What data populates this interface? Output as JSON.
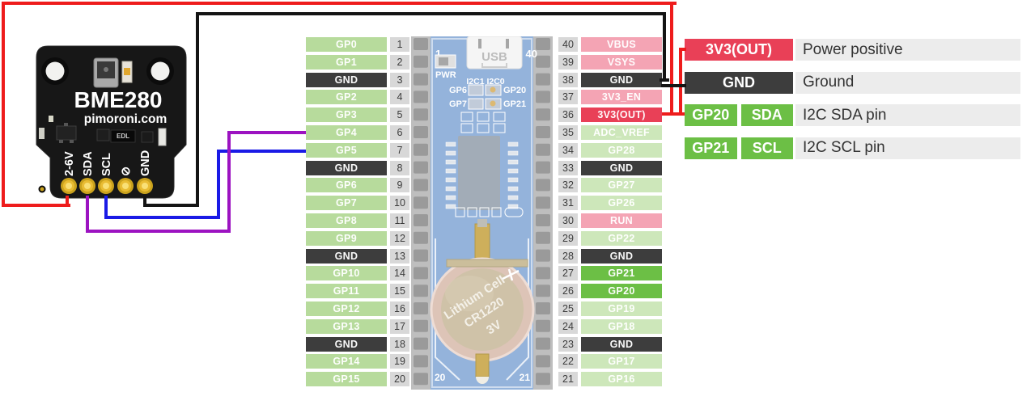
{
  "colors": {
    "wire_red": "#ee1c1c",
    "wire_black": "#141414",
    "wire_blue": "#1a1ae6",
    "wire_purple": "#9c13c1",
    "chip_green": "#b7db9c",
    "chip_green_pale": "#cde7ba",
    "chip_green_bright": "#6cbf45",
    "chip_gnd": "#3d3d3d",
    "chip_pink": "#f4a4b4",
    "chip_red": "#e94057",
    "number_bg": "#d8d8d8",
    "legend_band_bg": "#ececec",
    "pico_pcb_blue": "#86a9d6"
  },
  "bme280": {
    "title": "BME280",
    "subtitle": "pimoroni.com",
    "chip_label": "EDL",
    "pins": [
      "2-6V",
      "SDA",
      "SCL",
      "⊘",
      "GND"
    ]
  },
  "pico": {
    "pin1": "1",
    "pin40": "40",
    "pin20": "20",
    "pin21": "21",
    "usb": "USB",
    "pwr": "PWR",
    "i2c": "I2C1 I2C0",
    "gp6": "GP6",
    "gp7": "GP7",
    "gp20": "GP20",
    "gp21": "GP21",
    "battery_line1": "Lithium Cell",
    "battery_line2": "CR1220",
    "battery_line3": "3V"
  },
  "left_pins": [
    {
      "label": "GP0",
      "num": "1",
      "type": "green"
    },
    {
      "label": "GP1",
      "num": "2",
      "type": "green"
    },
    {
      "label": "GND",
      "num": "3",
      "type": "gnd"
    },
    {
      "label": "GP2",
      "num": "4",
      "type": "green"
    },
    {
      "label": "GP3",
      "num": "5",
      "type": "green"
    },
    {
      "label": "GP4",
      "num": "6",
      "type": "green"
    },
    {
      "label": "GP5",
      "num": "7",
      "type": "green"
    },
    {
      "label": "GND",
      "num": "8",
      "type": "gnd"
    },
    {
      "label": "GP6",
      "num": "9",
      "type": "green"
    },
    {
      "label": "GP7",
      "num": "10",
      "type": "green"
    },
    {
      "label": "GP8",
      "num": "11",
      "type": "green"
    },
    {
      "label": "GP9",
      "num": "12",
      "type": "green"
    },
    {
      "label": "GND",
      "num": "13",
      "type": "gnd"
    },
    {
      "label": "GP10",
      "num": "14",
      "type": "green"
    },
    {
      "label": "GP11",
      "num": "15",
      "type": "green"
    },
    {
      "label": "GP12",
      "num": "16",
      "type": "green"
    },
    {
      "label": "GP13",
      "num": "17",
      "type": "green"
    },
    {
      "label": "GND",
      "num": "18",
      "type": "gnd"
    },
    {
      "label": "GP14",
      "num": "19",
      "type": "green"
    },
    {
      "label": "GP15",
      "num": "20",
      "type": "green"
    }
  ],
  "right_pins": [
    {
      "num": "40",
      "label": "VBUS",
      "type": "pink"
    },
    {
      "num": "39",
      "label": "VSYS",
      "type": "pink"
    },
    {
      "num": "38",
      "label": "GND",
      "type": "gnd"
    },
    {
      "num": "37",
      "label": "3V3_EN",
      "type": "pink"
    },
    {
      "num": "36",
      "label": "3V3(OUT)",
      "type": "red"
    },
    {
      "num": "35",
      "label": "ADC_VREF",
      "type": "green-pale"
    },
    {
      "num": "34",
      "label": "GP28",
      "type": "green-pale"
    },
    {
      "num": "33",
      "label": "GND",
      "type": "gnd"
    },
    {
      "num": "32",
      "label": "GP27",
      "type": "green-pale"
    },
    {
      "num": "31",
      "label": "GP26",
      "type": "green-pale"
    },
    {
      "num": "30",
      "label": "RUN",
      "type": "pink"
    },
    {
      "num": "29",
      "label": "GP22",
      "type": "green-pale"
    },
    {
      "num": "28",
      "label": "GND",
      "type": "gnd"
    },
    {
      "num": "27",
      "label": "GP21",
      "type": "green-bright"
    },
    {
      "num": "26",
      "label": "GP20",
      "type": "green-bright"
    },
    {
      "num": "25",
      "label": "GP19",
      "type": "green-pale"
    },
    {
      "num": "24",
      "label": "GP18",
      "type": "green-pale"
    },
    {
      "num": "23",
      "label": "GND",
      "type": "gnd"
    },
    {
      "num": "22",
      "label": "GP17",
      "type": "green-pale"
    },
    {
      "num": "21",
      "label": "GP16",
      "type": "green-pale"
    }
  ],
  "legend": [
    {
      "chips": [
        {
          "text": "3V3(OUT)",
          "type": "red"
        }
      ],
      "desc": "Power positive"
    },
    {
      "chips": [
        {
          "text": "GND",
          "type": "gnd"
        }
      ],
      "desc": "Ground"
    },
    {
      "chips": [
        {
          "text": "GP20",
          "type": "green-bright"
        },
        {
          "text": "SDA",
          "type": "green-bright"
        }
      ],
      "desc": "I2C SDA pin"
    },
    {
      "chips": [
        {
          "text": "GP21",
          "type": "green-bright"
        },
        {
          "text": "SCL",
          "type": "green-bright"
        }
      ],
      "desc": "I2C SCL pin"
    }
  ]
}
